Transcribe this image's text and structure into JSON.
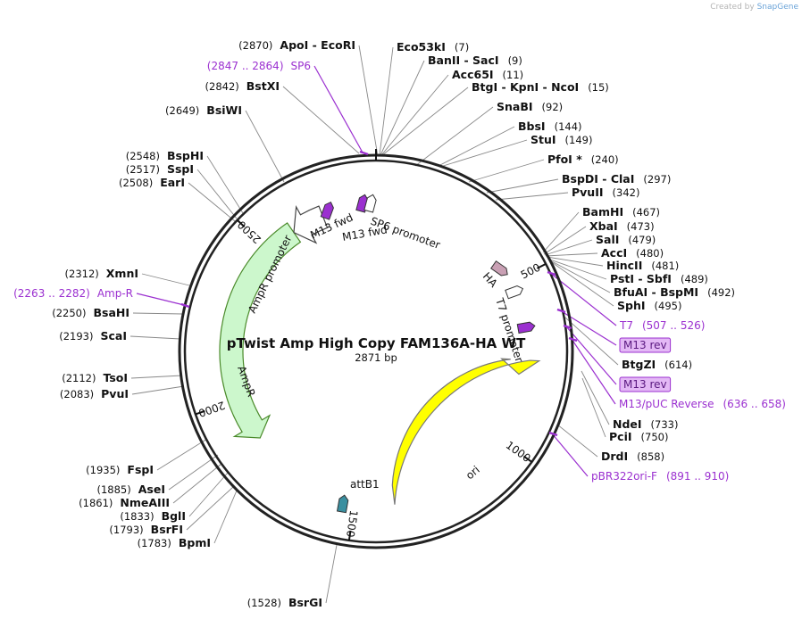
{
  "credit": {
    "prefix": "Created by",
    "brand": "SnapGene"
  },
  "plasmid": {
    "name": "pTwist Amp High Copy FAM136A-HA WT",
    "length_label": "2871 bp",
    "length": 2871
  },
  "colors": {
    "ampr": "#ccf7cc",
    "ampr_edge": "#4a8a2a",
    "ori": "#ffff00",
    "primer": "#9b30d0",
    "m13": "#9b30d0",
    "ha": "#c9a0b4",
    "attb1": "#3a8fa0",
    "promoter": "#ffffff"
  },
  "ticks": [
    "500",
    "1000",
    "1500",
    "2000",
    "2500"
  ],
  "features": [
    {
      "id": "ampr",
      "name": "AmpR",
      "type": "arrow",
      "start": 2595,
      "end": 1860
    },
    {
      "id": "ampr-promoter",
      "name": "AmpR promoter",
      "type": "arrow",
      "start": 2700,
      "end": 2595
    },
    {
      "id": "ori",
      "name": "ori",
      "type": "arrow",
      "start": 1380,
      "end": 790
    },
    {
      "id": "attb1",
      "name": "attB1",
      "type": "marker",
      "pos": 1470
    },
    {
      "id": "ha",
      "name": "HA",
      "type": "marker",
      "pos": 510
    },
    {
      "id": "t7-promoter",
      "name": "T7 promoter",
      "type": "marker",
      "pos": 520
    },
    {
      "id": "m13-rev",
      "name": "M13 rev",
      "type": "marker",
      "pos": 600
    },
    {
      "id": "m13-fwd",
      "name": "M13 fwd",
      "type": "marker",
      "pos": 2820
    },
    {
      "id": "m13-fwd-2",
      "name": "M13 fwd",
      "type": "marker",
      "pos": 2862
    },
    {
      "id": "sp6-promoter",
      "name": "SP6 promoter",
      "type": "marker",
      "pos": 5
    }
  ],
  "sites": [
    {
      "name": "ApoI  -  EcoRI",
      "pos": "(2870)",
      "type": "enzyme"
    },
    {
      "name": "SP6",
      "pos": "(2847 .. 2864)",
      "type": "primer"
    },
    {
      "name": "BstXI",
      "pos": "(2842)",
      "type": "enzyme"
    },
    {
      "name": "BsiWI",
      "pos": "(2649)",
      "type": "enzyme"
    },
    {
      "name": "BspHI",
      "pos": "(2548)",
      "type": "enzyme"
    },
    {
      "name": "SspI",
      "pos": "(2517)",
      "type": "enzyme"
    },
    {
      "name": "EarI",
      "pos": "(2508)",
      "type": "enzyme"
    },
    {
      "name": "XmnI",
      "pos": "(2312)",
      "type": "enzyme"
    },
    {
      "name": "Amp-R",
      "pos": "(2263 .. 2282)",
      "type": "primer"
    },
    {
      "name": "BsaHI",
      "pos": "(2250)",
      "type": "enzyme"
    },
    {
      "name": "ScaI",
      "pos": "(2193)",
      "type": "enzyme"
    },
    {
      "name": "TsoI",
      "pos": "(2112)",
      "type": "enzyme"
    },
    {
      "name": "PvuI",
      "pos": "(2083)",
      "type": "enzyme"
    },
    {
      "name": "FspI",
      "pos": "(1935)",
      "type": "enzyme"
    },
    {
      "name": "AseI",
      "pos": "(1885)",
      "type": "enzyme"
    },
    {
      "name": "NmeAIII",
      "pos": "(1861)",
      "type": "enzyme"
    },
    {
      "name": "BglI",
      "pos": "(1833)",
      "type": "enzyme"
    },
    {
      "name": "BsrFI",
      "pos": "(1793)",
      "type": "enzyme"
    },
    {
      "name": "BpmI",
      "pos": "(1783)",
      "type": "enzyme"
    },
    {
      "name": "BsrGI",
      "pos": "(1528)",
      "type": "enzyme"
    },
    {
      "name": "Eco53kI",
      "pos": "(7)",
      "type": "enzyme"
    },
    {
      "name": "BanII  -  SacI",
      "pos": "(9)",
      "type": "enzyme"
    },
    {
      "name": "Acc65I",
      "pos": "(11)",
      "type": "enzyme"
    },
    {
      "name": "BtgI  -  KpnI  -  NcoI",
      "pos": "(15)",
      "type": "enzyme"
    },
    {
      "name": "SnaBI",
      "pos": "(92)",
      "type": "enzyme"
    },
    {
      "name": "BbsI",
      "pos": "(144)",
      "type": "enzyme"
    },
    {
      "name": "StuI",
      "pos": "(149)",
      "type": "enzyme"
    },
    {
      "name": "PfoI *",
      "pos": "(240)",
      "type": "enzyme"
    },
    {
      "name": "BspDI  -  ClaI",
      "pos": "(297)",
      "type": "enzyme"
    },
    {
      "name": "PvuII",
      "pos": "(342)",
      "type": "enzyme"
    },
    {
      "name": "BamHI",
      "pos": "(467)",
      "type": "enzyme"
    },
    {
      "name": "XbaI",
      "pos": "(473)",
      "type": "enzyme"
    },
    {
      "name": "SalI",
      "pos": "(479)",
      "type": "enzyme"
    },
    {
      "name": "AccI",
      "pos": "(480)",
      "type": "enzyme"
    },
    {
      "name": "HincII",
      "pos": "(481)",
      "type": "enzyme"
    },
    {
      "name": "PstI  -  SbfI",
      "pos": "(489)",
      "type": "enzyme"
    },
    {
      "name": "BfuAI  -  BspMI",
      "pos": "(492)",
      "type": "enzyme"
    },
    {
      "name": "SphI",
      "pos": "(495)",
      "type": "enzyme"
    },
    {
      "name": "T7",
      "pos": "(507 .. 526)",
      "type": "primer"
    },
    {
      "name": "M13 rev",
      "pos": "",
      "type": "primer-boxed"
    },
    {
      "name": "BtgZI",
      "pos": "(614)",
      "type": "enzyme"
    },
    {
      "name": "M13 rev",
      "pos": "",
      "type": "primer-boxed"
    },
    {
      "name": "M13/pUC Reverse",
      "pos": "(636 .. 658)",
      "type": "primer"
    },
    {
      "name": "NdeI",
      "pos": "(733)",
      "type": "enzyme"
    },
    {
      "name": "PciI",
      "pos": "(750)",
      "type": "enzyme"
    },
    {
      "name": "DrdI",
      "pos": "(858)",
      "type": "enzyme"
    },
    {
      "name": "pBR322ori-F",
      "pos": "(891 .. 910)",
      "type": "primer"
    }
  ]
}
